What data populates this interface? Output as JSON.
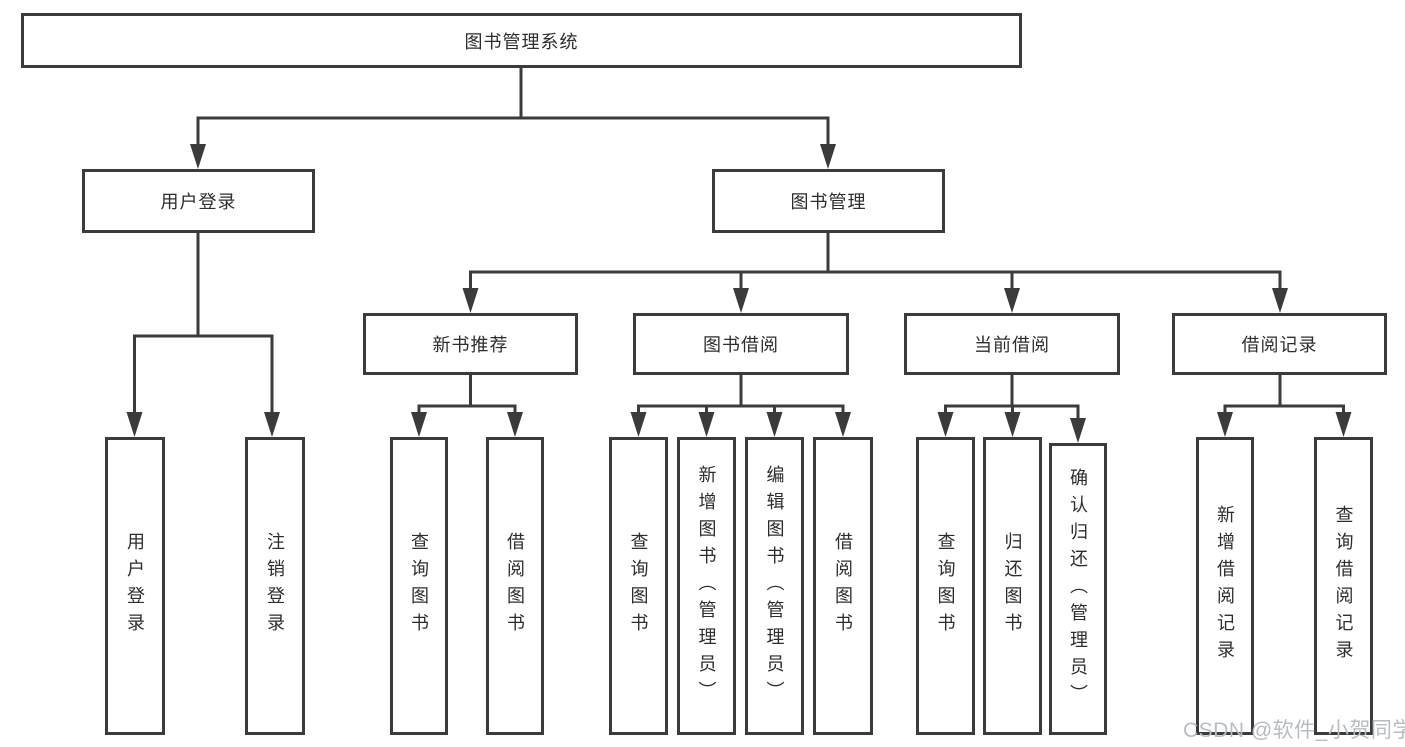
{
  "nodes": {
    "root": "图书管理系统",
    "user_login": "用户登录",
    "book_management": "图书管理",
    "new_book_recommend": "新书推荐",
    "book_borrowing": "图书借阅",
    "current_borrowing": "当前借阅",
    "borrowing_records": "借阅记录"
  },
  "leaves": {
    "user_login": [
      "用户登录",
      "注销登录"
    ],
    "new_book_recommend": [
      "查询图书",
      "借阅图书"
    ],
    "book_borrowing": [
      "查询图书",
      "新增图书（管理员）",
      "编辑图书（管理员）",
      "借阅图书"
    ],
    "current_borrowing": [
      "查询图书",
      "归还图书",
      "确认归还（管理员）"
    ],
    "borrowing_records": [
      "新增借阅记录",
      "查询借阅记录"
    ]
  },
  "watermark": "CSDN @软件_小贺同学",
  "colors": {
    "line": "#3b3b3b",
    "text": "#2d2d2d",
    "watermark": "#b8bdc3",
    "background": "#ffffff"
  }
}
